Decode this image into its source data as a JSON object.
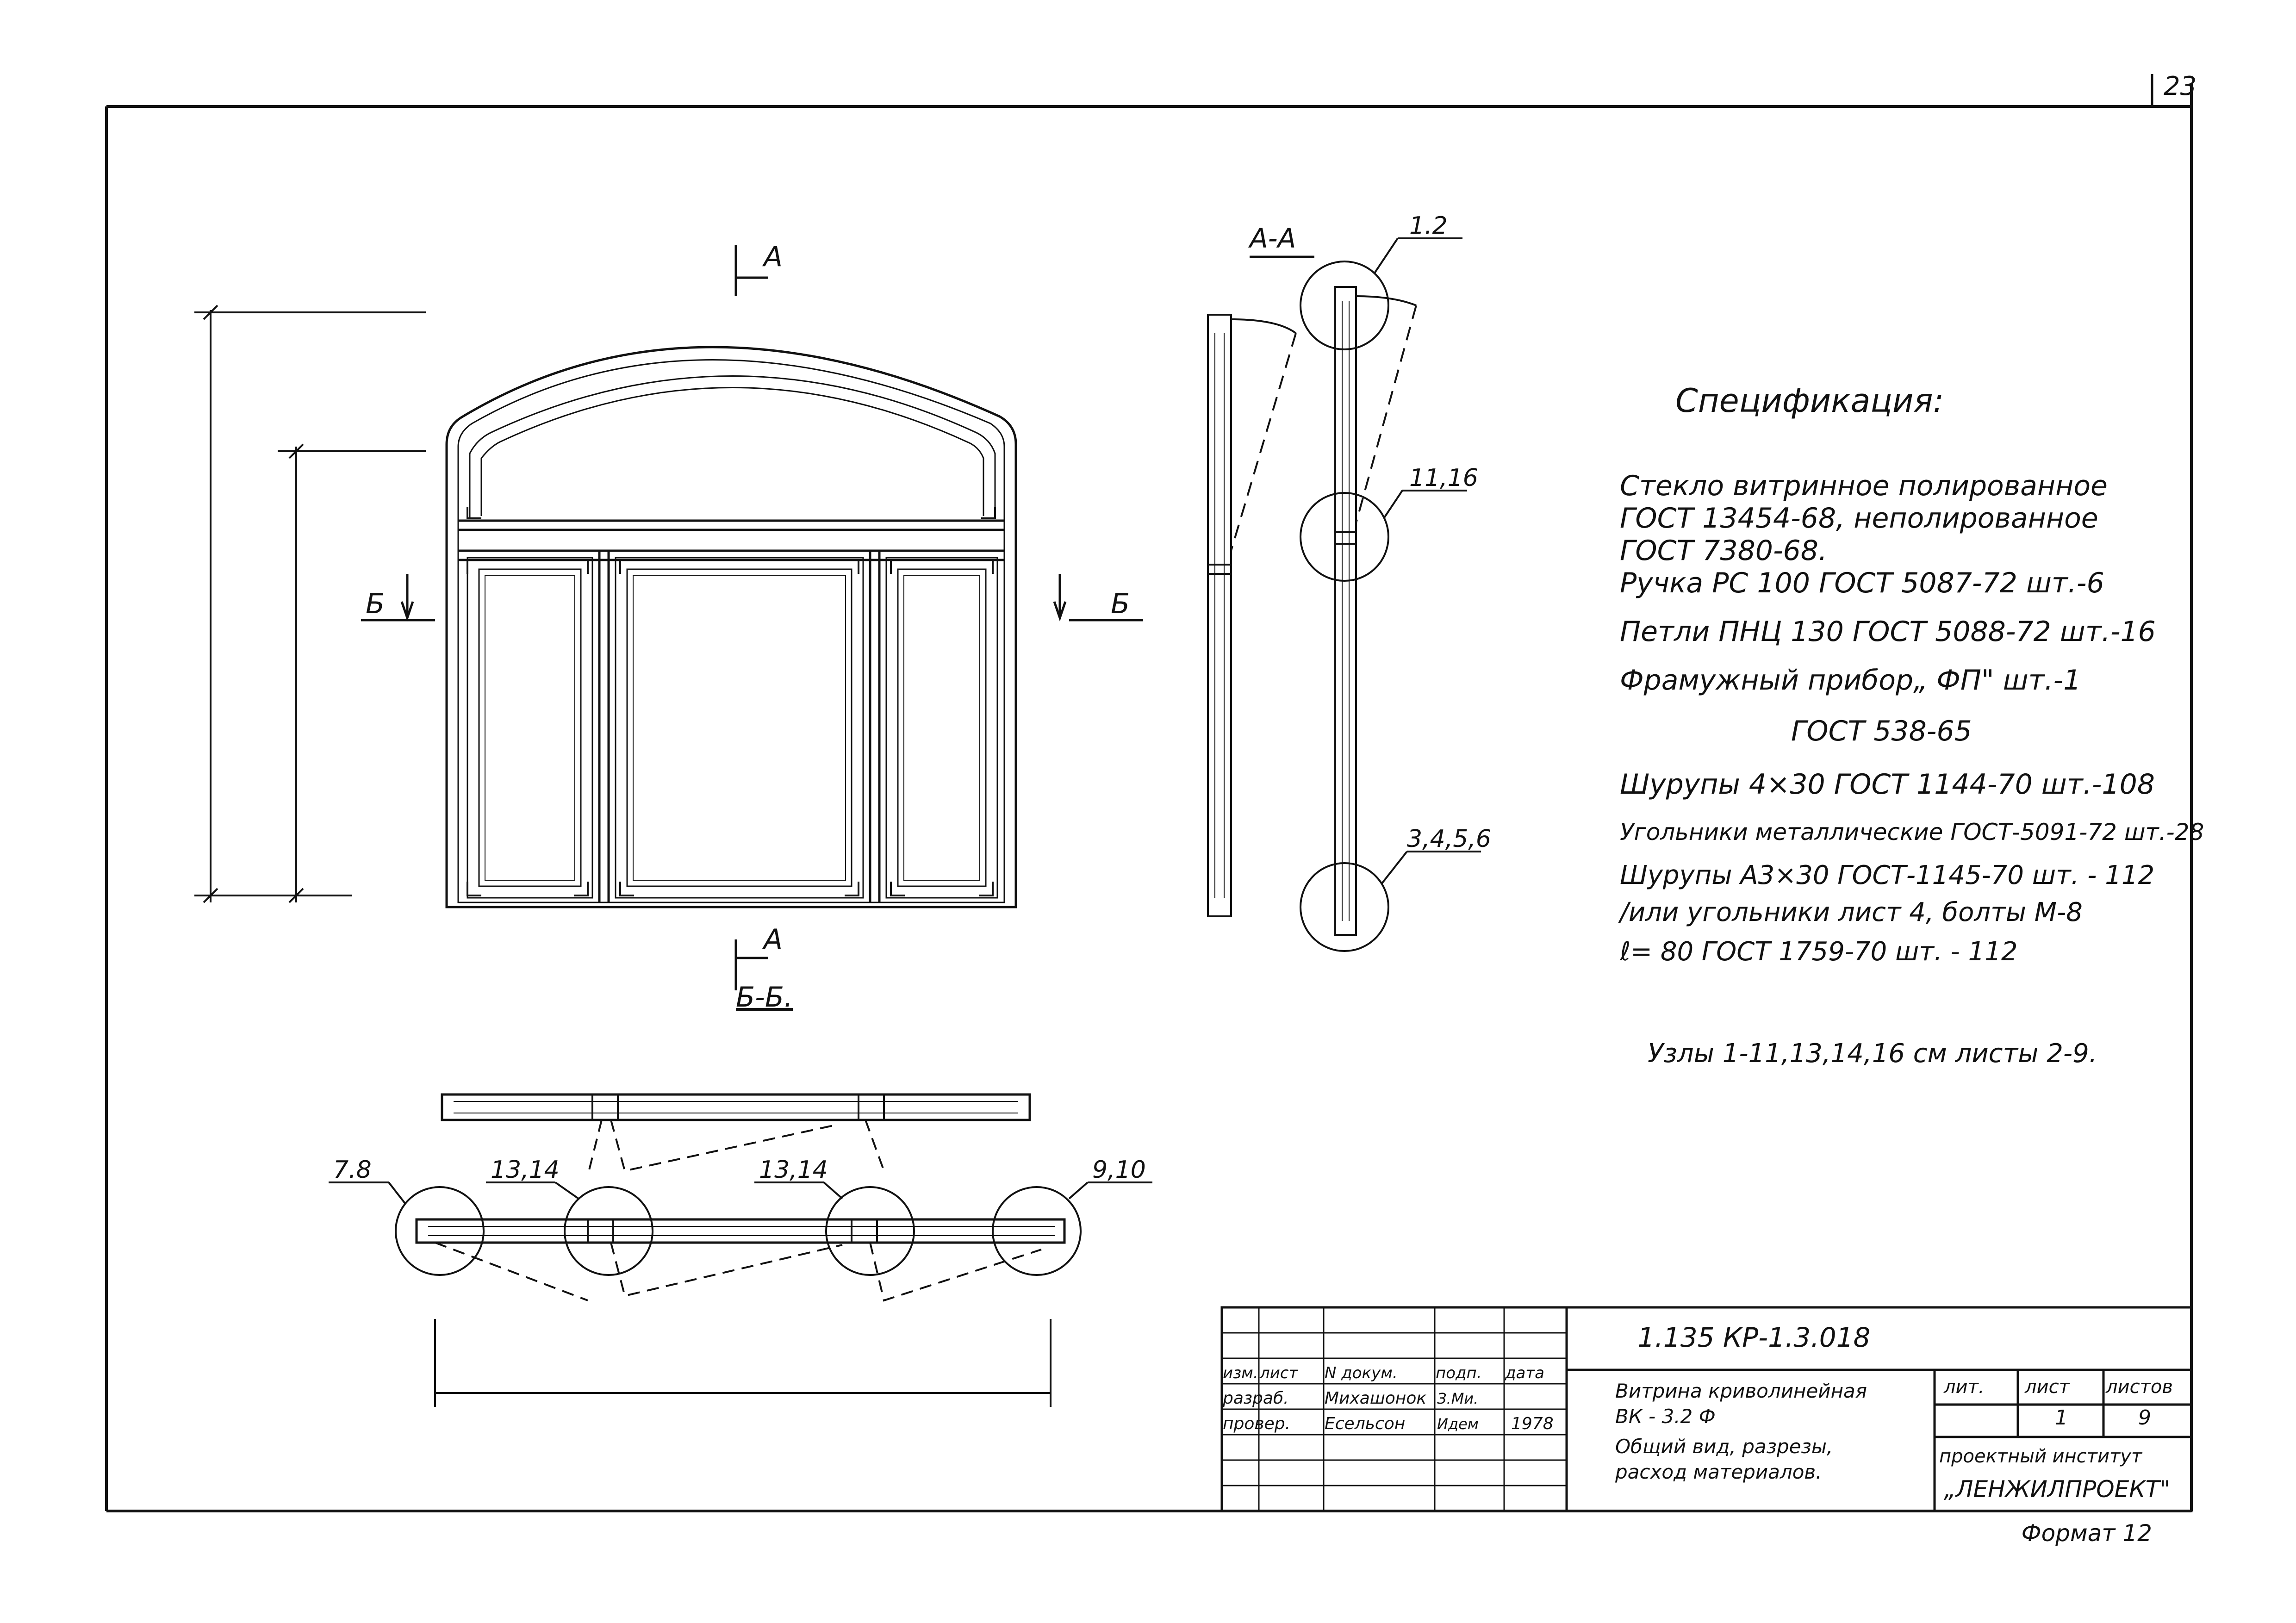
{
  "page_number": "23",
  "format_label": "Формат 12",
  "section_labels": {
    "cut_a": "А",
    "cut_b": "Б",
    "section_aa": "А-А",
    "section_bb": "Б-Б."
  },
  "node_callouts": {
    "top": "1.2",
    "middle": "11,16",
    "bottom": "3,4,5,6",
    "left": "7.8",
    "inner_left": "13,14",
    "inner_right": "13,14",
    "right": "9,10"
  },
  "specification": {
    "title": "Спецификация:",
    "lines": [
      "Стекло витринное полированное",
      "ГОСТ 13454-68, неполированное",
      "ГОСТ 7380-68.",
      "Ручка РС 100 ГОСТ 5087-72 шт.-6",
      "Петли ПНЦ 130 ГОСТ 5088-72 шт.-16",
      "Фрамужный прибор„ ФП\"   шт.-1",
      "ГОСТ 538-65",
      "Шурупы 4×30 ГОСТ 1144-70 шт.-108",
      "Угольники металлические ГОСТ-5091-72 шт.-28",
      "Шурупы А3×30 ГОСТ-1145-70 шт. - 112",
      "/или угольники лист 4, болты М-8",
      "ℓ= 80 ГОСТ 1759-70      шт. - 112"
    ],
    "note": "Узлы 1-11,13,14,16 см  листы 2-9."
  },
  "title_block": {
    "code": "1.135 КР-1.3.018",
    "columns": [
      "изм.",
      "лист",
      "N докум.",
      "подп.",
      "дата"
    ],
    "rows": [
      {
        "role": "разраб.",
        "name": "Михашонок",
        "sign": "З.Ми.",
        "date": ""
      },
      {
        "role": "провер.",
        "name": "Есельсон",
        "sign": "Идем",
        "date": "1978"
      }
    ],
    "name_lines": [
      "Витрина криволинейная",
      "ВК - 3.2 Ф",
      "Общий вид, разрезы,",
      "расход материалов."
    ],
    "lit_header": "лит.",
    "sheet_header": "лист",
    "sheets_header": "листов",
    "sheet": "1",
    "sheets": "9",
    "org_line1": "проектный институт",
    "org_line2": "„ЛЕНЖИЛПРОЕКТ\""
  }
}
